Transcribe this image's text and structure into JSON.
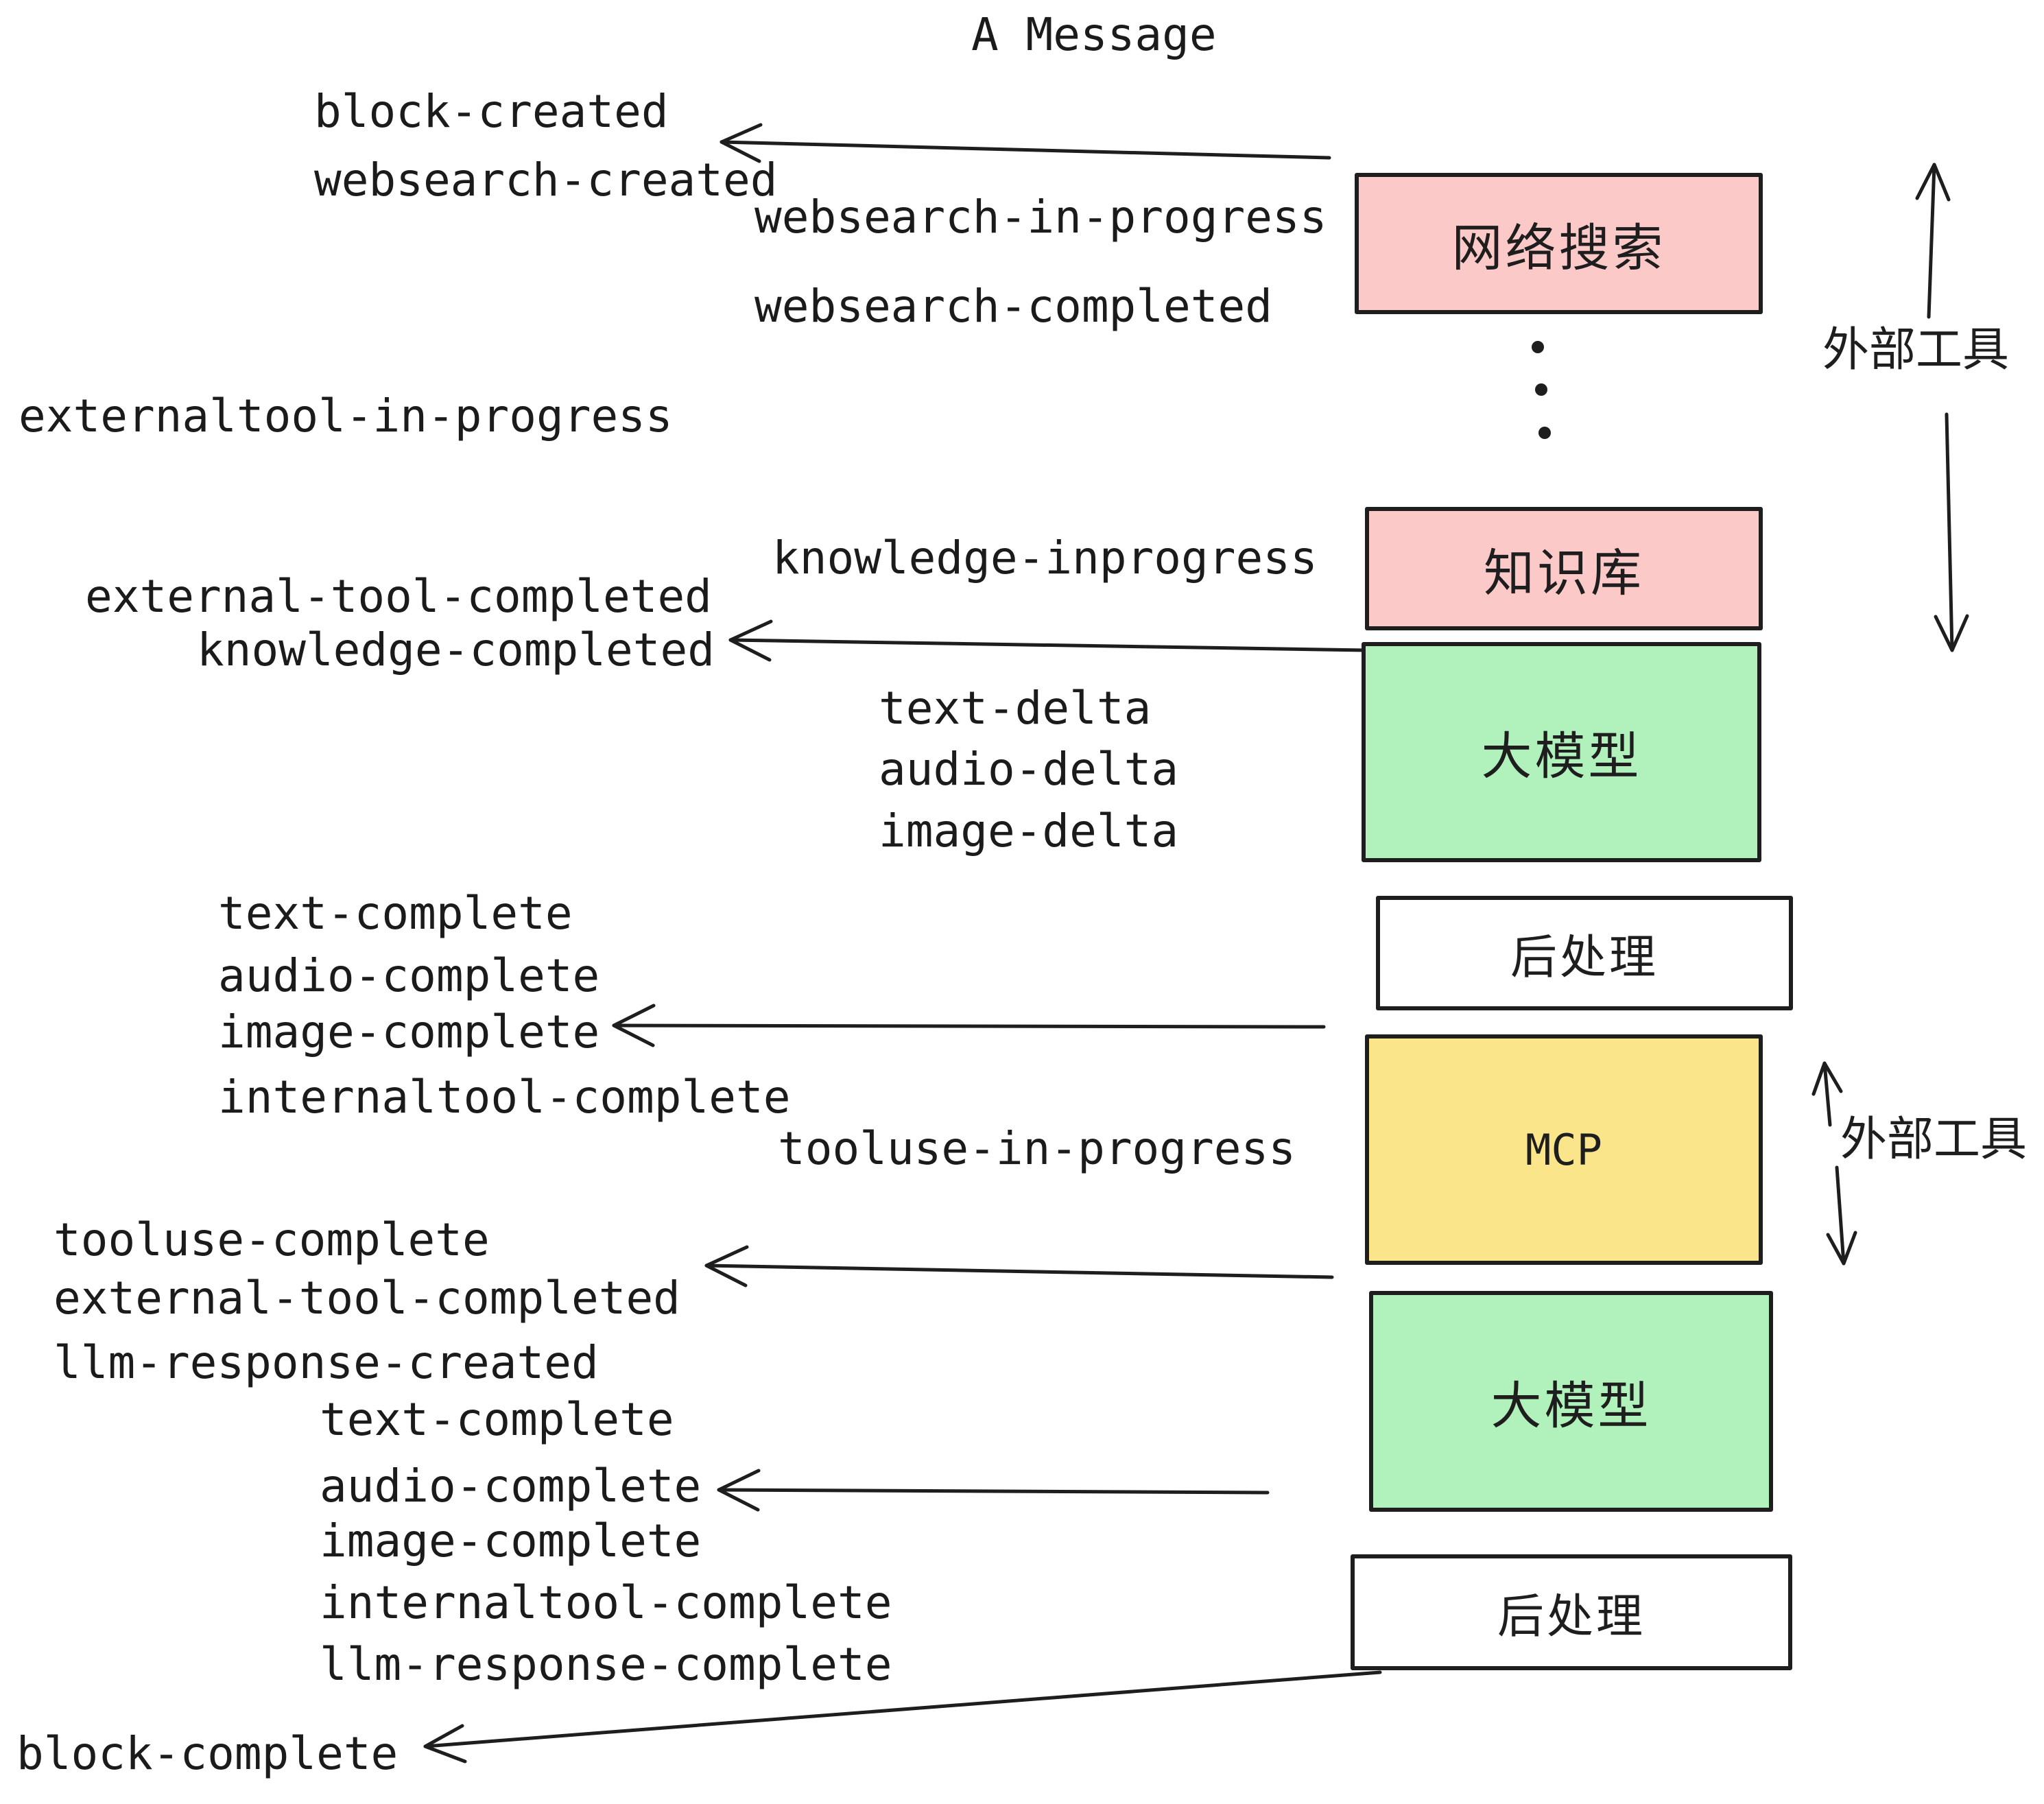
{
  "title": "A Message",
  "boxes": {
    "websearch": "网络搜索",
    "knowledge": "知识库",
    "llm1": "大模型",
    "post1": "后处理",
    "mcp": "MCP",
    "llm2": "大模型",
    "post2": "后处理"
  },
  "side": {
    "external_tools_top": "外部工具",
    "external_tools_mid": "外部工具"
  },
  "events": {
    "block_created": "block-created",
    "websearch_created": "websearch-created",
    "websearch_in_progress": "websearch-in-progress",
    "websearch_completed": "websearch-completed",
    "externaltool_in_progress": "externaltool-in-progress",
    "knowledge_inprogress": "knowledge-inprogress",
    "external_tool_completed": "external-tool-completed",
    "knowledge_completed": "knowledge-completed",
    "text_delta_1": "text-delta",
    "audio_delta_1": "audio-delta",
    "image_delta_1": "image-delta",
    "text_complete_1": "text-complete",
    "audio_complete_1": "audio-complete",
    "image_complete_1": "image-complete",
    "internaltool_complete_1": "internaltool-complete",
    "tooluse_in_progress": "tooluse-in-progress",
    "tooluse_complete": "tooluse-complete",
    "external_tool_completed_2": "external-tool-completed",
    "llm_response_created": "llm-response-created",
    "text_complete_2": "text-complete",
    "audio_complete_2": "audio-complete",
    "image_complete_2": "image-complete",
    "internaltool_complete_2": "internaltool-complete",
    "llm_response_complete": "llm-response-complete",
    "block_complete": "block-complete"
  },
  "colors": {
    "pink": "#fcc9c9",
    "green": "#b1f1bb",
    "yellow": "#fae58b",
    "white": "#ffffff",
    "ink": "#1e1e1e"
  }
}
